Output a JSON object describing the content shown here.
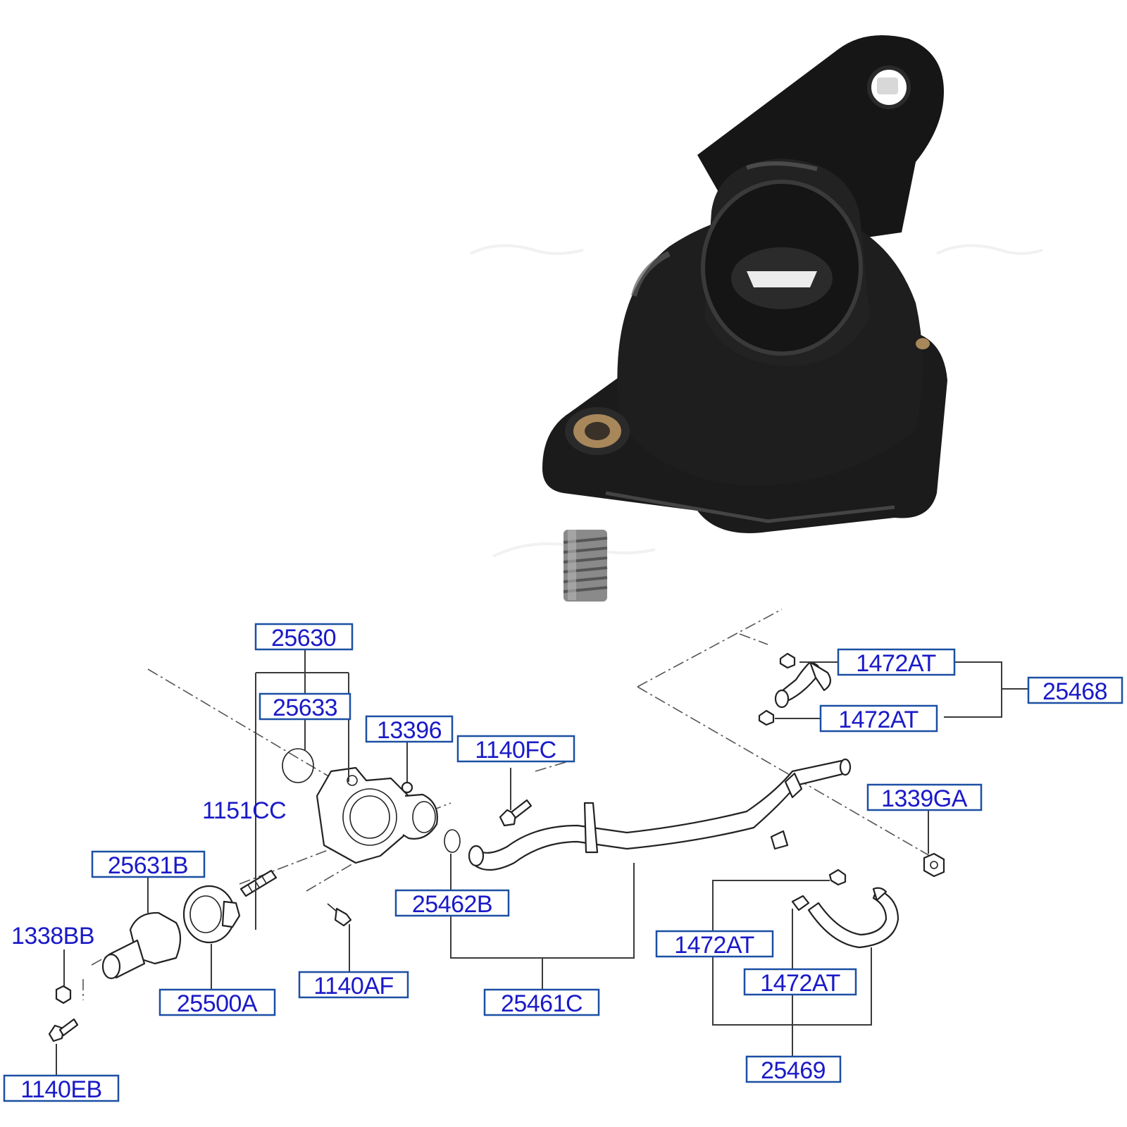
{
  "colors": {
    "label_text": "#1a1ac8",
    "label_border": "#1b4fa3",
    "housing_body": "#141414",
    "brass_insert": "#a8875a",
    "line_art": "#222222"
  },
  "photo": {
    "subject": "thermostat-housing-icon"
  },
  "diagram": {
    "labels": {
      "p25630": "25630",
      "p25633": "25633",
      "p13396": "13396",
      "p1140fc": "1140FC",
      "p1151cc": "1151CC",
      "p25631b": "25631B",
      "p1338bb": "1338BB",
      "p25500a": "25500A",
      "p1140af": "1140AF",
      "p25462b": "25462B",
      "p25461c": "25461C",
      "p1140eb": "1140EB",
      "p1472at_a": "1472AT",
      "p1472at_b": "1472AT",
      "p25468": "25468",
      "p1339ga": "1339GA",
      "p1472at_c": "1472AT",
      "p1472at_d": "1472AT",
      "p25469": "25469"
    }
  }
}
